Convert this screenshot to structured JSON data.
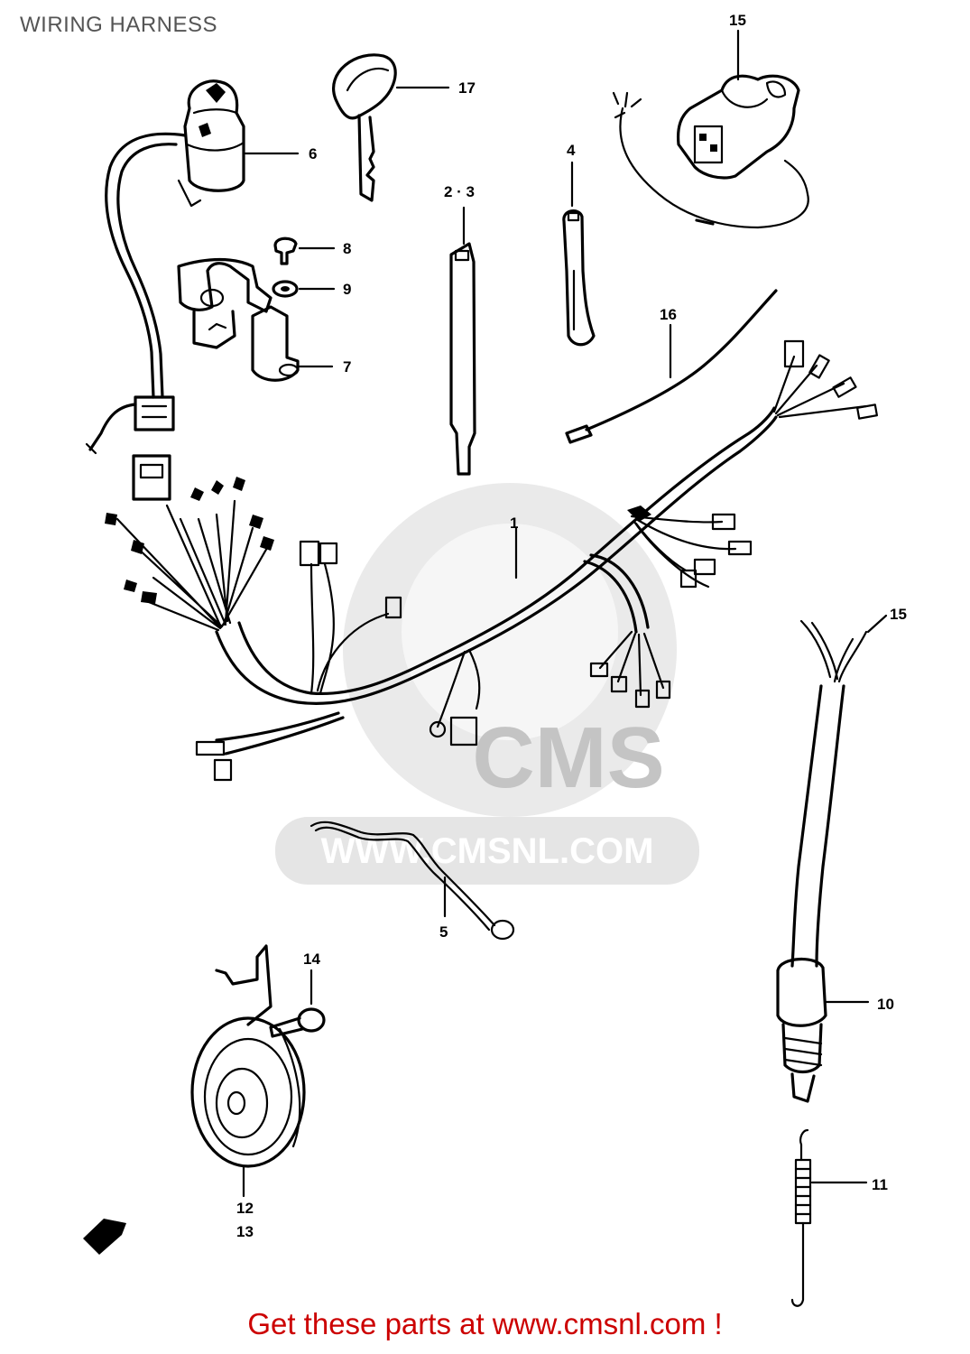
{
  "header": {
    "title": "WIRING HARNESS"
  },
  "watermark": {
    "brand": "CMS",
    "site": "WWW.CMSNL.COM"
  },
  "footer": {
    "cta": "Get these parts at www.cmsnl.com !",
    "cta_color": "#cc0000"
  },
  "callouts": [
    {
      "id": "1",
      "label": "1"
    },
    {
      "id": "2-3",
      "label": "2 · 3"
    },
    {
      "id": "4",
      "label": "4"
    },
    {
      "id": "5",
      "label": "5"
    },
    {
      "id": "6",
      "label": "6"
    },
    {
      "id": "7",
      "label": "7"
    },
    {
      "id": "8",
      "label": "8"
    },
    {
      "id": "9",
      "label": "9"
    },
    {
      "id": "10",
      "label": "10"
    },
    {
      "id": "11",
      "label": "11"
    },
    {
      "id": "12",
      "label": "12"
    },
    {
      "id": "13",
      "label": "13"
    },
    {
      "id": "14",
      "label": "14"
    },
    {
      "id": "15",
      "label": "15"
    },
    {
      "id": "16",
      "label": "16"
    },
    {
      "id": "17",
      "label": "17"
    },
    {
      "id": "15b",
      "label": "15"
    }
  ]
}
